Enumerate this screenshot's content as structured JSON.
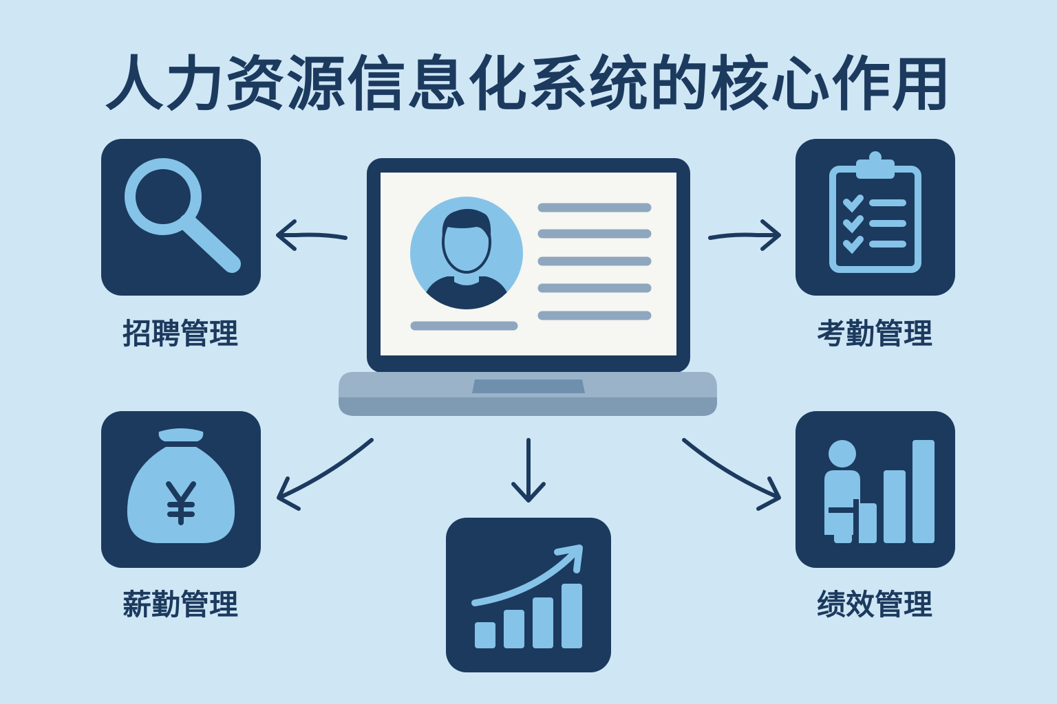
{
  "title": "人力资源信息化系统的核心作用",
  "modules": [
    {
      "id": "recruit",
      "label": "招聘管理",
      "icon": "magnifying-glass-icon"
    },
    {
      "id": "attendance",
      "label": "考勤管理",
      "icon": "clipboard-checklist-icon"
    },
    {
      "id": "salary",
      "label": "薪勤管理",
      "icon": "money-bag-yen-icon"
    },
    {
      "id": "growth",
      "label": "",
      "icon": "growth-bar-chart-icon"
    },
    {
      "id": "performance",
      "label": "绩效管理",
      "icon": "person-bar-chart-icon"
    }
  ],
  "center": {
    "icon": "laptop-profile-icon"
  },
  "colors": {
    "background": "#cfe6f5",
    "navy": "#1c3a5e",
    "accent": "#86c3e8",
    "screen": "#f6f6f2",
    "line": "#8ea7bf",
    "laptop_base": "#9ab3c9"
  }
}
